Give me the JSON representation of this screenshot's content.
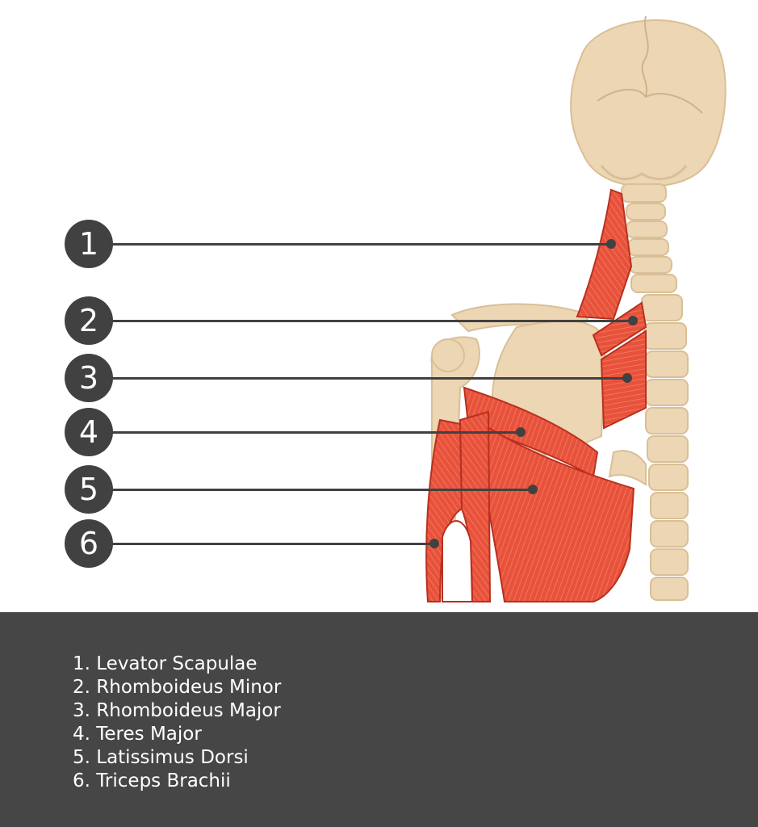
{
  "labels": [
    {
      "number": "1",
      "name": "Levator Scapulae",
      "legend_text": "1.  Levator Scapulae"
    },
    {
      "number": "2",
      "name": "Rhomboideus Minor",
      "legend_text": "2. Rhomboideus Minor"
    },
    {
      "number": "3",
      "name": "Rhomboideus Major",
      "legend_text": "3. Rhomboideus Major"
    },
    {
      "number": "4",
      "name": "Teres Major",
      "legend_text": "4. Teres Major"
    },
    {
      "number": "5",
      "name": "Latissimus Dorsi",
      "legend_text": "5. Latissimus Dorsi"
    },
    {
      "number": "6",
      "name": "Triceps Brachii",
      "legend_text": "6. Triceps Brachii"
    }
  ],
  "colors": {
    "bone": "#ecd6b4",
    "bone_shadow": "#d9bf97",
    "muscle": "#e8523b",
    "muscle_dark": "#b8301f",
    "marker": "#414141",
    "legend_bg": "#464646",
    "legend_text": "#ffffff"
  }
}
